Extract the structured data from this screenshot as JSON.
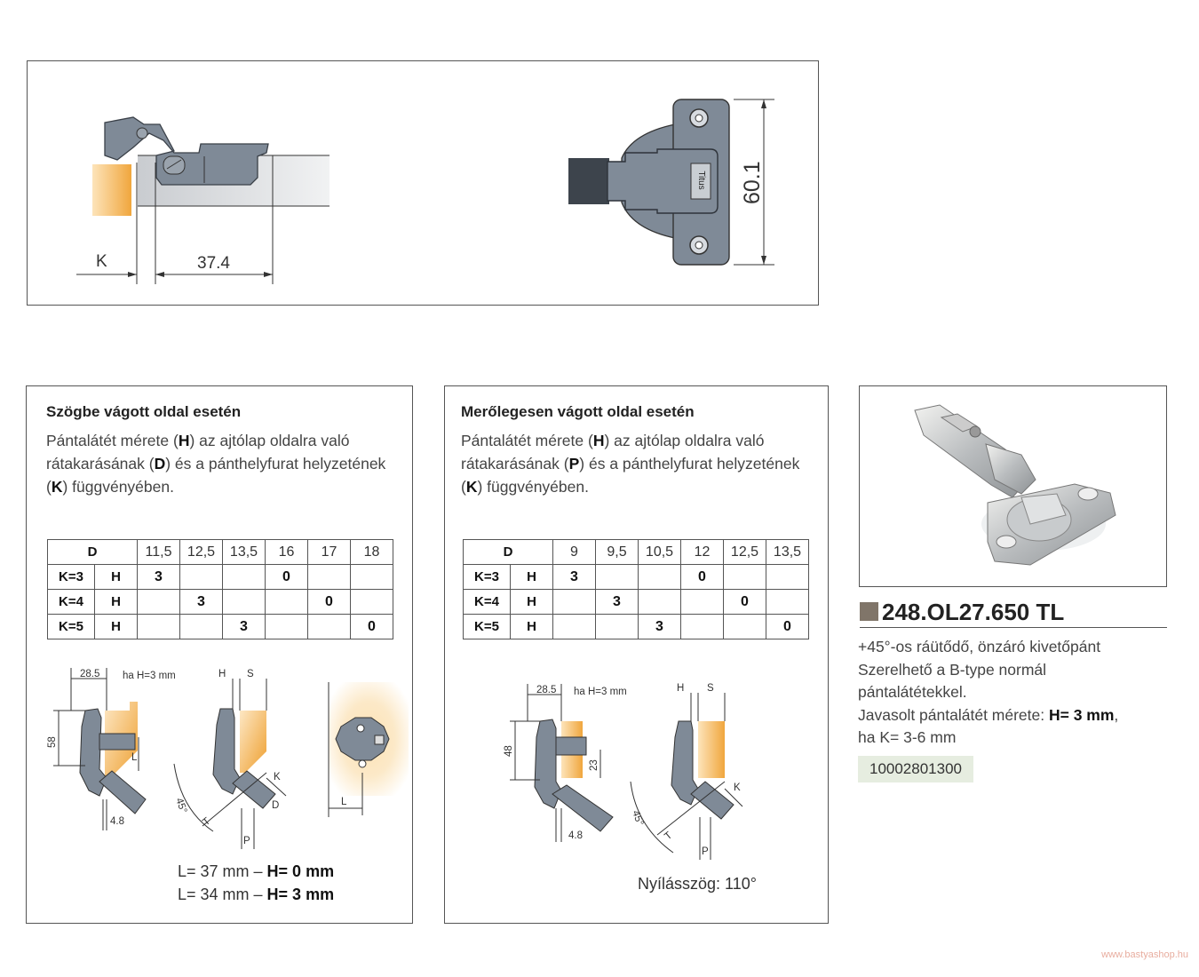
{
  "top_drawing": {
    "dim_k": "K",
    "dim_width": "37.4",
    "dim_height": "60.1",
    "brand_stamp": "Titus"
  },
  "left_section": {
    "title": "Szögbe vágott oldal esetén",
    "desc_1": "Pántalátét mérete (",
    "desc_h": "H",
    "desc_2": ") az ajtólap oldalra való rátakarásának (",
    "desc_d": "D",
    "desc_3": ") és a pánthelyfurat helyzetének (",
    "desc_k": "K",
    "desc_4": ") függvényében.",
    "table": {
      "header_label": "D",
      "columns": [
        "11,5",
        "12,5",
        "13,5",
        "16",
        "17",
        "18"
      ],
      "rows": [
        {
          "k": "K=3",
          "h": "H",
          "values": [
            "3",
            "",
            "",
            "0",
            "",
            ""
          ]
        },
        {
          "k": "K=4",
          "h": "H",
          "values": [
            "",
            "3",
            "",
            "",
            "0",
            ""
          ]
        },
        {
          "k": "K=5",
          "h": "H",
          "values": [
            "",
            "",
            "3",
            "",
            "",
            "0"
          ]
        }
      ]
    },
    "diagram_labels": {
      "w": "28.5",
      "ha": "ha H=3 mm",
      "h58": "58",
      "l": "L",
      "d48": "4.8",
      "h": "H",
      "s": "S",
      "k": "K",
      "d": "D",
      "t": "T",
      "p": "P",
      "angle": "45°",
      "l2": "L"
    },
    "caption_1a": "L= 37 mm – ",
    "caption_1b": "H= 0 mm",
    "caption_2a": "L= 34 mm – ",
    "caption_2b": "H= 3 mm"
  },
  "middle_section": {
    "title": "Merőlegesen vágott oldal esetén",
    "desc_1": "Pántalátét mérete (",
    "desc_h": "H",
    "desc_2": ") az ajtólap oldalra való rátakarásának (",
    "desc_p": "P",
    "desc_3": ") és a pánthelyfurat helyzetének (",
    "desc_k": "K",
    "desc_4": ") függvényében.",
    "table": {
      "header_label": "D",
      "columns": [
        "9",
        "9,5",
        "10,5",
        "12",
        "12,5",
        "13,5"
      ],
      "rows": [
        {
          "k": "K=3",
          "h": "H",
          "values": [
            "3",
            "",
            "",
            "0",
            "",
            ""
          ]
        },
        {
          "k": "K=4",
          "h": "H",
          "values": [
            "",
            "3",
            "",
            "",
            "0",
            ""
          ]
        },
        {
          "k": "K=5",
          "h": "H",
          "values": [
            "",
            "",
            "3",
            "",
            "",
            "0"
          ]
        }
      ]
    },
    "diagram_labels": {
      "w": "28.5",
      "ha": "ha H=3 mm",
      "h48": "48",
      "h23": "23",
      "d48": "4.8",
      "h": "H",
      "s": "S",
      "k": "K",
      "t": "T",
      "p": "P",
      "angle": "45°"
    },
    "caption": "Nyílásszög: 110°"
  },
  "product": {
    "code_title": "248.OL27.650 TL",
    "line_1": "+45°-os ráütődő, önzáró kivetőpánt",
    "line_2": "Szerelhető a B-type normál",
    "line_3": "pántalátétekkel.",
    "line_4a": "Javasolt pántalátét mérete: ",
    "line_4b": "H= 3 mm",
    "line_4c": ",",
    "line_5": "ha K= 3-6 mm",
    "item_number": "10002801300"
  },
  "footer": {
    "url": "www.bastyashop.hu"
  },
  "colors": {
    "metal": "#7f8a97",
    "wood": "#f2b24c",
    "tag_bg": "#e6ede0",
    "footer": "#e8ad9f"
  }
}
